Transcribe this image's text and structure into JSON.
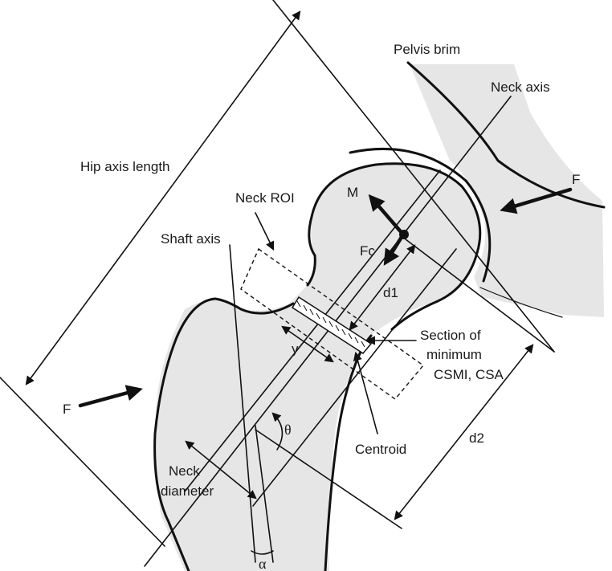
{
  "labels": {
    "pelvis_brim": "Pelvis brim",
    "neck_axis": "Neck axis",
    "hip_axis_length": "Hip axis length",
    "force_left": "F",
    "force_right": "F",
    "neck_roi": "Neck ROI",
    "moment": "M",
    "shaft_axis": "Shaft axis",
    "fc": "Fc",
    "d1": "d1",
    "section_line1": "Section of",
    "section_line2": "minimum",
    "section_line3": "CSMI, CSA",
    "y": "y",
    "theta": "θ",
    "centroid": "Centroid",
    "d2": "d2",
    "neck_line1": "Neck",
    "neck_line2": "diameter",
    "alpha": "α"
  },
  "colors": {
    "bone_fill": "#e6e6e6",
    "line": "#111111"
  }
}
